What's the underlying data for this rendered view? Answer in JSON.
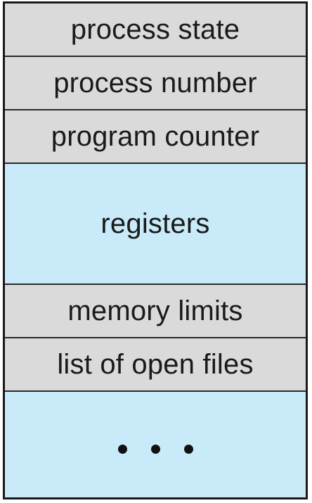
{
  "pcb": {
    "fields": [
      {
        "label": "process state",
        "color": "#dadada"
      },
      {
        "label": "process number",
        "color": "#dadada"
      },
      {
        "label": "program counter",
        "color": "#dadada"
      },
      {
        "label": "registers",
        "color": "#c8eaf9"
      },
      {
        "label": "memory limits",
        "color": "#dadada"
      },
      {
        "label": "list of open files",
        "color": "#dadada"
      }
    ],
    "continuation": {
      "icon": "ellipsis-icon",
      "color": "#c8eaf9"
    }
  }
}
